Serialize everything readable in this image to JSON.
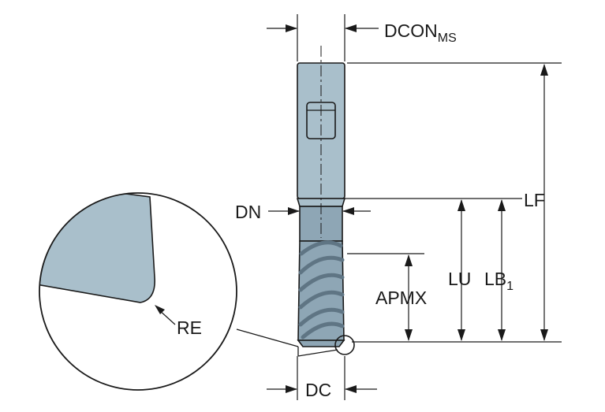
{
  "labels": {
    "dcon_main": "DCON",
    "dcon_sub": "MS",
    "lf": "LF",
    "dn": "DN",
    "lu": "LU",
    "lb_main": "LB",
    "lb_sub": "1",
    "apmx": "APMX",
    "re": "RE",
    "dc": "DC"
  },
  "colors": {
    "shank_fill": "#a9bfcb",
    "flute_fill": "#8ea6b5",
    "flute_dark": "#5f7584",
    "detail_fill": "#a9bfcb",
    "line": "#1a1a1a"
  }
}
